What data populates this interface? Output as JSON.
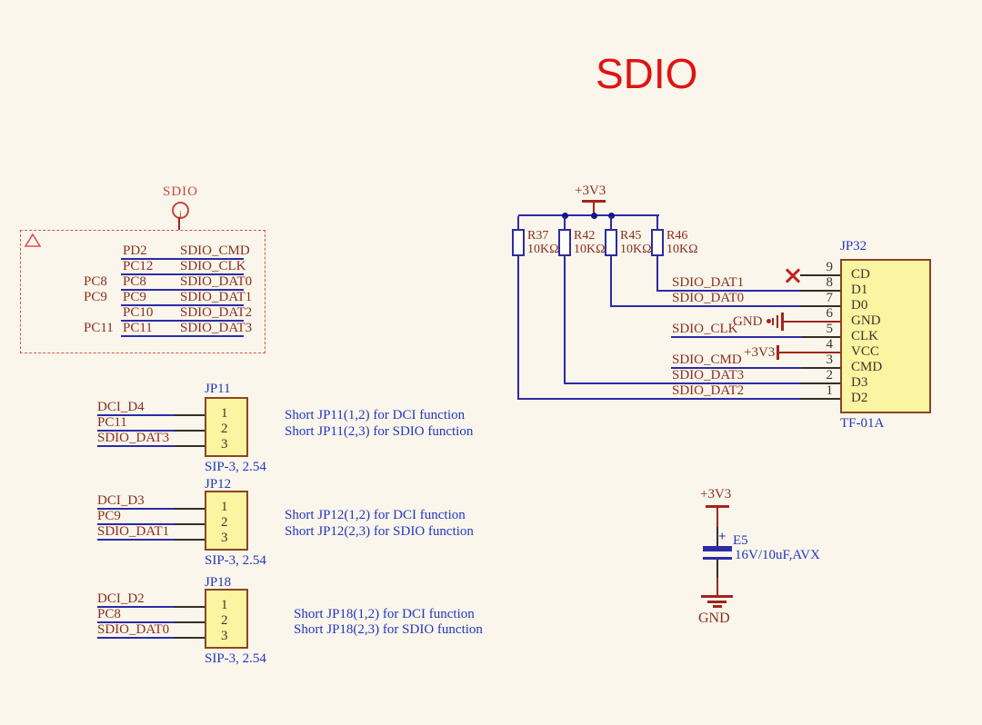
{
  "title": "SDIO",
  "colors": {
    "background": "#FAF6EB",
    "title_red": "#E01312",
    "label_maroon": "#8B2D20",
    "wire_blue": "#2B2BA8",
    "text_blue": "#2236C2",
    "component_fill": "#FBF4A1",
    "component_border": "#8A4522",
    "power_red": "#A2241B",
    "no_connect_red": "#C5201C"
  },
  "port_module": {
    "port_label": "SDIO",
    "port_symbol": "i",
    "rows": [
      {
        "ext": "",
        "pin": "PD2",
        "net": "SDIO_CMD"
      },
      {
        "ext": "",
        "pin": "PC12",
        "net": "SDIO_CLK"
      },
      {
        "ext": "PC8",
        "pin": "PC8",
        "net": "SDIO_DAT0"
      },
      {
        "ext": "PC9",
        "pin": "PC9",
        "net": "SDIO_DAT1"
      },
      {
        "ext": "",
        "pin": "PC10",
        "net": "SDIO_DAT2"
      },
      {
        "ext": "PC11",
        "pin": "PC11",
        "net": "SDIO_DAT3"
      }
    ]
  },
  "jumpers": [
    {
      "ref": "JP11",
      "package": "SIP-3, 2.54",
      "pins": [
        "1",
        "2",
        "3"
      ],
      "nets": [
        "DCI_D4",
        "PC11",
        "SDIO_DAT3"
      ],
      "notes": [
        "Short JP11(1,2) for DCI function",
        "Short JP11(2,3) for SDIO function"
      ]
    },
    {
      "ref": "JP12",
      "package": "SIP-3, 2.54",
      "pins": [
        "1",
        "2",
        "3"
      ],
      "nets": [
        "DCI_D3",
        "PC9",
        "SDIO_DAT1"
      ],
      "notes": [
        "Short JP12(1,2) for DCI function",
        "Short JP12(2,3) for SDIO function"
      ]
    },
    {
      "ref": "JP18",
      "package": "SIP-3, 2.54",
      "pins": [
        "1",
        "2",
        "3"
      ],
      "nets": [
        "DCI_D2",
        "PC8",
        "SDIO_DAT0"
      ],
      "notes": [
        "Short JP18(1,2) for DCI function",
        "Short JP18(2,3) for SDIO function"
      ]
    }
  ],
  "pullups": {
    "power_net": "+3V3",
    "resistors": [
      {
        "ref": "R37",
        "value": "10KΩ"
      },
      {
        "ref": "R42",
        "value": "10KΩ"
      },
      {
        "ref": "R45",
        "value": "10KΩ"
      },
      {
        "ref": "R46",
        "value": "10KΩ"
      }
    ]
  },
  "connector": {
    "ref": "JP32",
    "part": "TF-01A",
    "pins": [
      {
        "num": "9",
        "name": "CD"
      },
      {
        "num": "8",
        "name": "D1"
      },
      {
        "num": "7",
        "name": "D0"
      },
      {
        "num": "6",
        "name": "GND"
      },
      {
        "num": "5",
        "name": "CLK"
      },
      {
        "num": "4",
        "name": "VCC"
      },
      {
        "num": "3",
        "name": "CMD"
      },
      {
        "num": "2",
        "name": "D3"
      },
      {
        "num": "1",
        "name": "D2"
      }
    ],
    "net_labels": [
      "SDIO_DAT1",
      "SDIO_DAT0",
      "SDIO_CLK",
      "SDIO_CMD",
      "SDIO_DAT3",
      "SDIO_DAT2"
    ],
    "gnd_label": "GND",
    "vcc_label": "+3V3"
  },
  "capacitor": {
    "power_net": "+3V3",
    "plus_sign": "+",
    "ref": "E5",
    "value": "16V/10uF,AVX",
    "gnd_label": "GND"
  }
}
